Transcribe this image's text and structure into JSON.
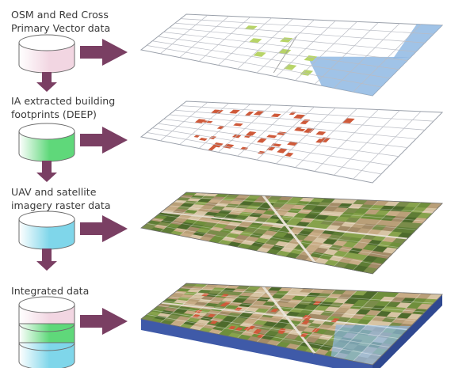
{
  "steps": [
    {
      "label_lines": [
        "OSM and Red Cross",
        "Primary Vector data"
      ],
      "db_color": "#f2d6e2"
    },
    {
      "label_lines": [
        "IA extracted building",
        "footprints (DEEP)"
      ],
      "db_color": "#5fd87a"
    },
    {
      "label_lines": [
        "UAV and satellite",
        "imagery raster data"
      ],
      "db_color": "#7fd6ea"
    },
    {
      "label_lines": [
        "Integrated data"
      ],
      "db_colors": [
        "#f2d6e2",
        "#5fd87a",
        "#7fd6ea"
      ]
    }
  ],
  "colors": {
    "arrow": "#7a3f63",
    "grid": "#b9bcc4",
    "water": "#8fb9e3",
    "vector_patch": "#b8d468",
    "footprint": "#cf5a3a",
    "imagery_green": "#6f8f3c",
    "imagery_tan": "#c8ac86",
    "base_slab": "#3f5aa8"
  }
}
